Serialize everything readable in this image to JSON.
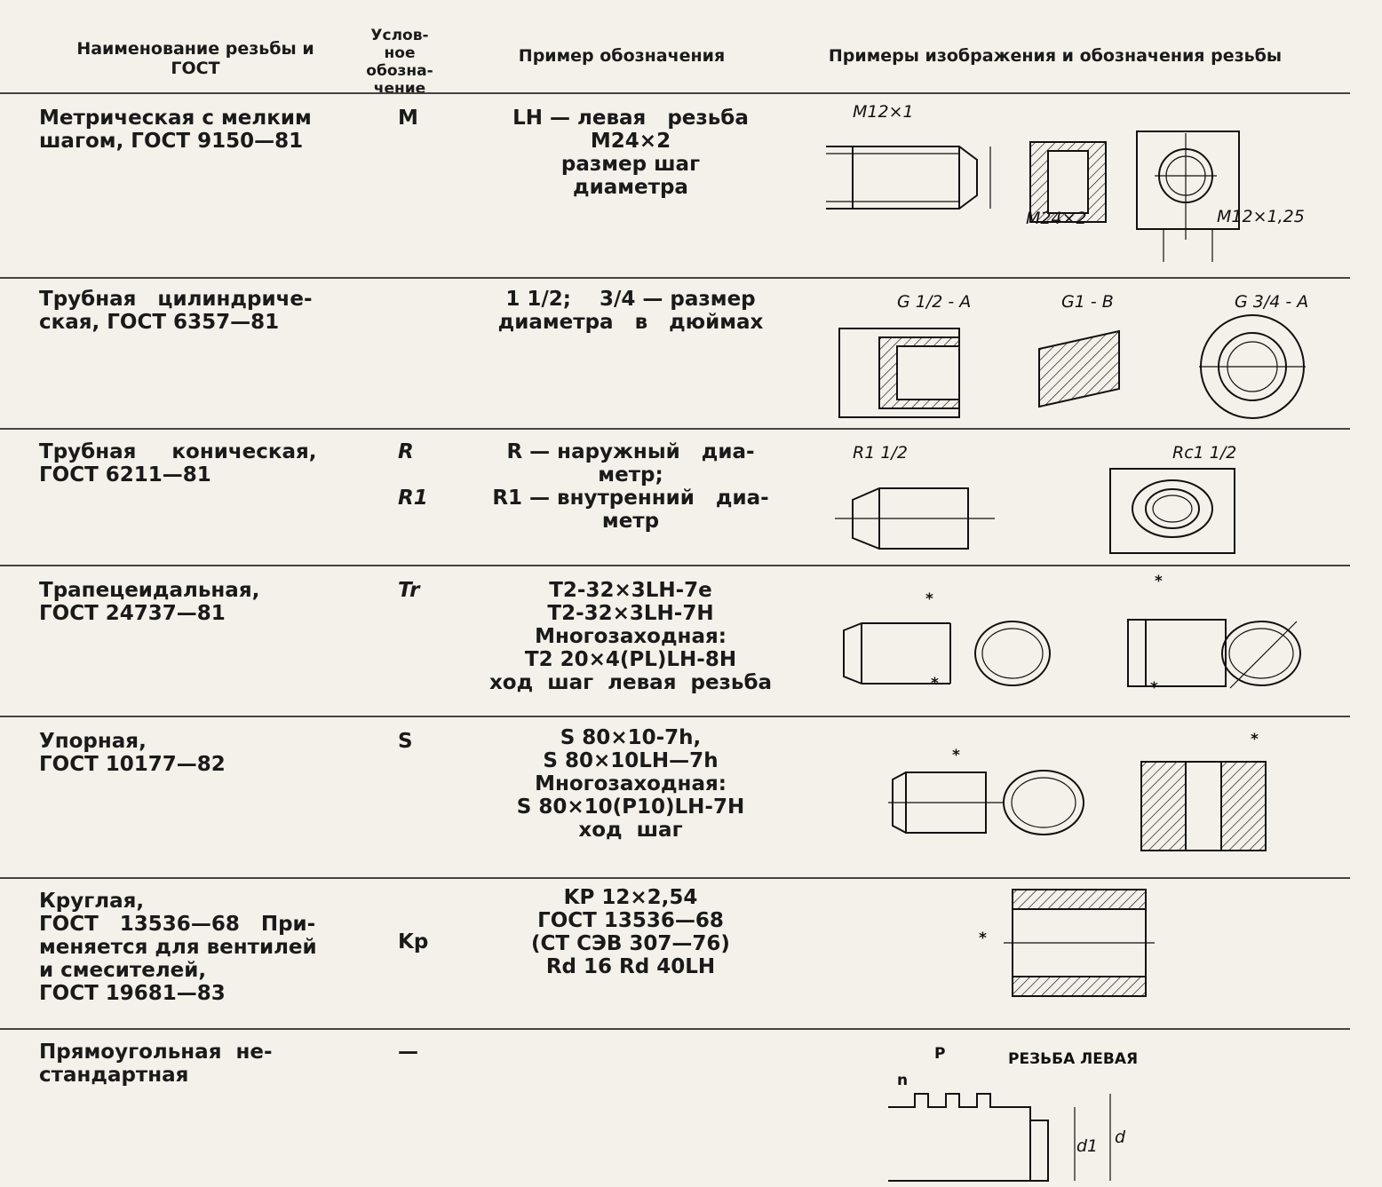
{
  "header": {
    "col_name": "Наименование резьбы и ГОСТ",
    "col_code": "Услов-ное обозна-чение",
    "col_example": "Пример обозначения",
    "col_figures": "Примеры изображения и обозначения резьбы"
  },
  "rows": [
    {
      "name": "Метрическая с мелким\nшагом, ГОСТ 9150—81",
      "code": "M",
      "example": "LH — левая   резьба\nM24×2\nразмер шаг\nдиаметра",
      "labels": [
        "M12×1",
        "M24×2",
        "M12×1,25"
      ]
    },
    {
      "name": "Трубная   цилиндриче-\nская, ГОСТ 6357—81",
      "code": "",
      "example": "1 1/2;    3/4 — размер\nдиаметра   в   дюймах",
      "labels": [
        "G 1/2 - A",
        "G1 - B",
        "G 3/4 - A"
      ]
    },
    {
      "name": "Трубная     коническая,\nГОСТ 6211—81",
      "code": "R\n\nR1",
      "example": "R — наружный   диа-\nметр;\nR1 — внутренний   диа-\nметр",
      "labels": [
        "R1 1/2",
        "Rc1 1/2"
      ]
    },
    {
      "name": "Трапецеидальная,\nГОСТ 24737—81",
      "code": "Tr",
      "example": "T2-32×3LH-7e\nT2-32×3LH-7H\nМногозаходная:\nT2 20×4(PL)LH-8H\nход  шаг  левая  резьба",
      "labels": [
        "*",
        "*",
        "*",
        "*"
      ]
    },
    {
      "name": "Упорная,\nГОСТ 10177—82",
      "code": "S",
      "example": "S 80×10-7h,\nS 80×10LH—7h\nМногозаходная:\nS 80×10(P10)LH-7H\nход  шаг",
      "labels": [
        "*",
        "*"
      ]
    },
    {
      "name": "Круглая,\nГОСТ   13536—68   При-\nменяется для вентилей\nи смесителей,\nГОСТ 19681—83",
      "code": "Kp",
      "example": "KP 12×2,54\nГОСТ 13536—68\n(СТ СЭВ 307—76)\nRd 16 Rd 40LH",
      "labels": [
        "*"
      ]
    },
    {
      "name": "Прямоугольная  не-\nстандартная",
      "code": "—",
      "example": "",
      "labels": [
        "P",
        "n",
        "РЕЗЬБА ЛЕВАЯ",
        "d1",
        "d"
      ]
    }
  ]
}
